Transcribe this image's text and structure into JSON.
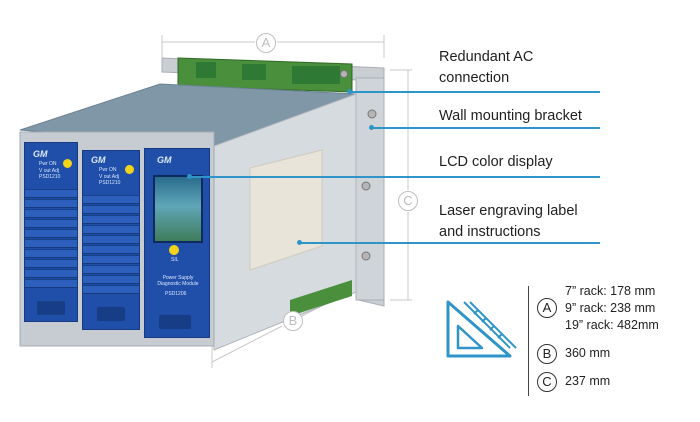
{
  "callouts": [
    {
      "line1": "Redundant AC",
      "line2": "connection"
    },
    {
      "line1": "Wall mounting bracket"
    },
    {
      "line1": "LCD color display"
    },
    {
      "line1": "Laser engraving label",
      "line2": "and instructions"
    }
  ],
  "dimension_letters": {
    "a": "A",
    "b": "B",
    "c": "C"
  },
  "specs": {
    "a_rack7": "7” rack: 178 mm",
    "a_rack9": "9” rack: 238 mm",
    "a_rack19": "19” rack: 482mm",
    "b_value": "360 mm",
    "c_value": "237 mm"
  },
  "module_text": {
    "brand": "GM",
    "pwr_on": "Pwr ON",
    "v_out_adj": "V out Adj",
    "model_a": "PSD1210",
    "sil": "SIL",
    "diag_title": "Power Supply Diagnostic Module",
    "diag_model": "PSD1206"
  },
  "colors": {
    "accent": "#2f95c8",
    "module_blue": "#1f4fa8",
    "housing": "#d4d9de"
  },
  "icons": [
    "set-square-ruler-icon"
  ]
}
